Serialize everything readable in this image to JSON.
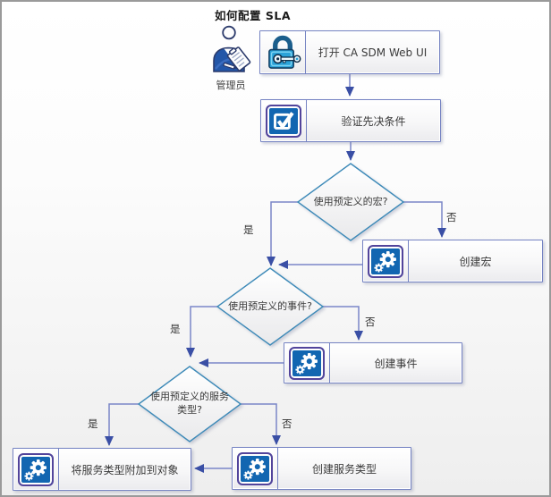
{
  "diagram": {
    "title": "如何配置 SLA",
    "actor": {
      "label": "管理员",
      "icon": "admin-person-icon"
    },
    "nodes": {
      "open_ui": {
        "label": "打开 CA SDM Web UI",
        "icon": "lock-key-icon"
      },
      "verify": {
        "label": "验证先决条件",
        "icon": "checkbox-icon"
      },
      "macro_q": {
        "label": "使用预定义的宏?"
      },
      "create_macro": {
        "label": "创建宏",
        "icon": "gears-icon"
      },
      "event_q": {
        "label": "使用预定义的事件?"
      },
      "create_event": {
        "label": "创建事件",
        "icon": "gears-icon"
      },
      "service_q": {
        "label": "使用预定义的服务类型?"
      },
      "attach_service": {
        "label": "将服务类型附加到对象",
        "icon": "gears-icon"
      },
      "create_service": {
        "label": "创建服务类型",
        "icon": "gears-icon"
      }
    },
    "edge_labels": {
      "yes": "是",
      "no": "否"
    },
    "colors": {
      "box_border": "#7583c2",
      "diamond_border": "#3d8ab8",
      "connector_line": "#7a86c8",
      "arrowhead": "#3a4fa5",
      "icon_tile_blue": "#1266b1",
      "icon_tile_border": "#52449b",
      "lock_blue": "#2aa2d8",
      "actor_blue": "#2356a8"
    }
  }
}
